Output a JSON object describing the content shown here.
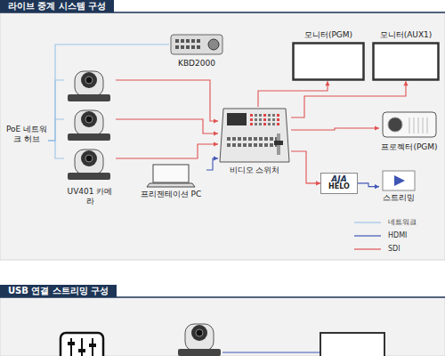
{
  "diagram": {
    "title": "라이브 중계 시스템 구성",
    "nodes": [
      {
        "text": [
          "PoE 네트워크 허브"
        ]
      },
      {
        "text": [
          "UV401 카메라"
        ]
      },
      {
        "text": [
          "KBD2000"
        ]
      },
      {
        "text": [
          "프리젠테이션 PC"
        ]
      },
      {
        "text": [
          "비디오 스위처"
        ]
      },
      {
        "text": [
          "모니터(PGM)"
        ]
      },
      {
        "text": [
          "모니터(AUX1)"
        ]
      },
      {
        "text": [
          "프로젝터(PGM)"
        ]
      },
      {
        "text": [
          "AJA",
          "HELO"
        ]
      },
      {
        "text": [
          "스트리밍"
        ]
      }
    ],
    "edges": [
      {
        "from": 0,
        "to": 1,
        "arrow": "none"
      },
      {
        "from": 0,
        "to": 1,
        "arrow": "none"
      },
      {
        "from": 0,
        "to": 1,
        "arrow": "none"
      },
      {
        "from": 2,
        "to": 0,
        "arrow": "none"
      },
      {
        "from": 1,
        "to": 4,
        "arrow": "to"
      },
      {
        "from": 1,
        "to": 4,
        "arrow": "to"
      },
      {
        "from": 1,
        "to": 4,
        "arrow": "to"
      },
      {
        "from": 3,
        "to": 4,
        "arrow": "to"
      },
      {
        "from": 4,
        "to": 5,
        "arrow": "to"
      },
      {
        "from": 4,
        "to": 6,
        "arrow": "to"
      },
      {
        "from": 4,
        "to": 7,
        "arrow": "to"
      },
      {
        "from": 4,
        "to": 8,
        "arrow": "to"
      },
      {
        "from": 8,
        "to": 9,
        "arrow": "to"
      }
    ],
    "labels": [
      "USB 연결 스트리밍 구성"
    ],
    "legend": [
      {
        "text": "네트워크"
      },
      {
        "text": "HDMI"
      },
      {
        "text": "SDI"
      }
    ]
  }
}
